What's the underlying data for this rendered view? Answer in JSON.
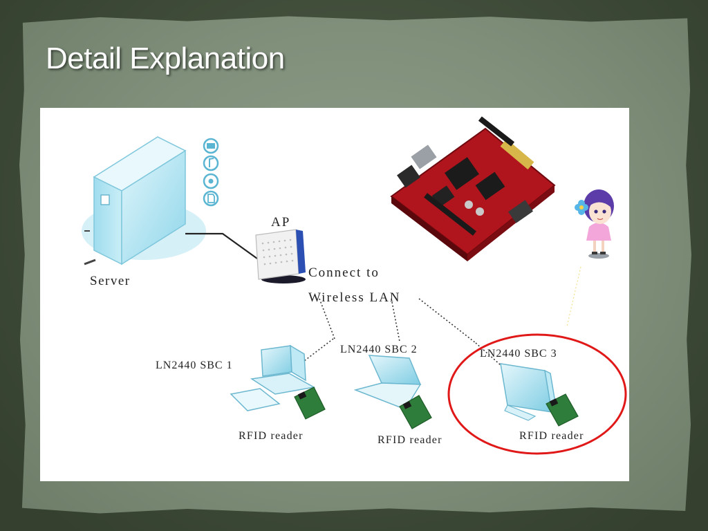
{
  "slide": {
    "title": "Detail Explanation"
  },
  "diagram": {
    "server_label": "Server",
    "ap_label": "AP",
    "connect_line1": "Connect to",
    "connect_line2": "Wireless LAN",
    "nodes": [
      {
        "sbc_label": "LN2440 SBC  1",
        "reader_label": "RFID reader"
      },
      {
        "sbc_label": "LN2440 SBC  2",
        "reader_label": "RFID reader"
      },
      {
        "sbc_label": "LN2440 SBC  3",
        "reader_label": "RFID reader"
      }
    ],
    "highlight_color": "#e01818",
    "board_color": "#b0141c",
    "reader_board_color": "#2f7d3a"
  }
}
